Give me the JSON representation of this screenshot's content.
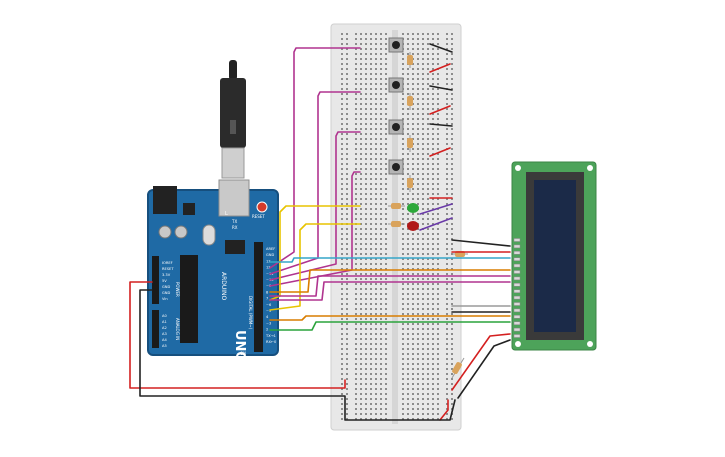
{
  "arduino": {
    "brand": "UNO",
    "brand_sub": "ARDUINO",
    "reset_label": "RESET",
    "on_label": "ON",
    "tx_label": "TX",
    "rx_label": "RX",
    "l_label": "L",
    "power_header": "POWER",
    "analog_header": "ANALOG IN",
    "digital_header": "DIGITAL (PWM~)",
    "power_pins": [
      "IOREF",
      "RESET",
      "3.3V",
      "5V",
      "GND",
      "GND",
      "Vin"
    ],
    "analog_pins": [
      "A0",
      "A1",
      "A2",
      "A3",
      "A4",
      "A5"
    ],
    "digital_pins": [
      "AREF",
      "GND",
      "13",
      "12",
      "~11",
      "~10",
      "~9",
      "8",
      "7",
      "~6",
      "~5",
      "4",
      "~3",
      "2",
      "TX→1",
      "RX←0"
    ]
  },
  "colors": {
    "board": "#1f6aa5",
    "board_edge": "#164f7e",
    "breadboard": "#e8e8e8",
    "lcd_pcb": "#4da35a",
    "lcd_screen": "#1b2a48",
    "wire_magenta": "#b0348f",
    "wire_yellow": "#e8c400",
    "wire_orange": "#d97d00",
    "wire_cyan": "#35a6c8",
    "wire_green": "#2aa33c",
    "wire_red": "#d42020",
    "wire_black": "#222222",
    "wire_purple": "#6a3aa8",
    "wire_gray": "#9a9a9a"
  }
}
